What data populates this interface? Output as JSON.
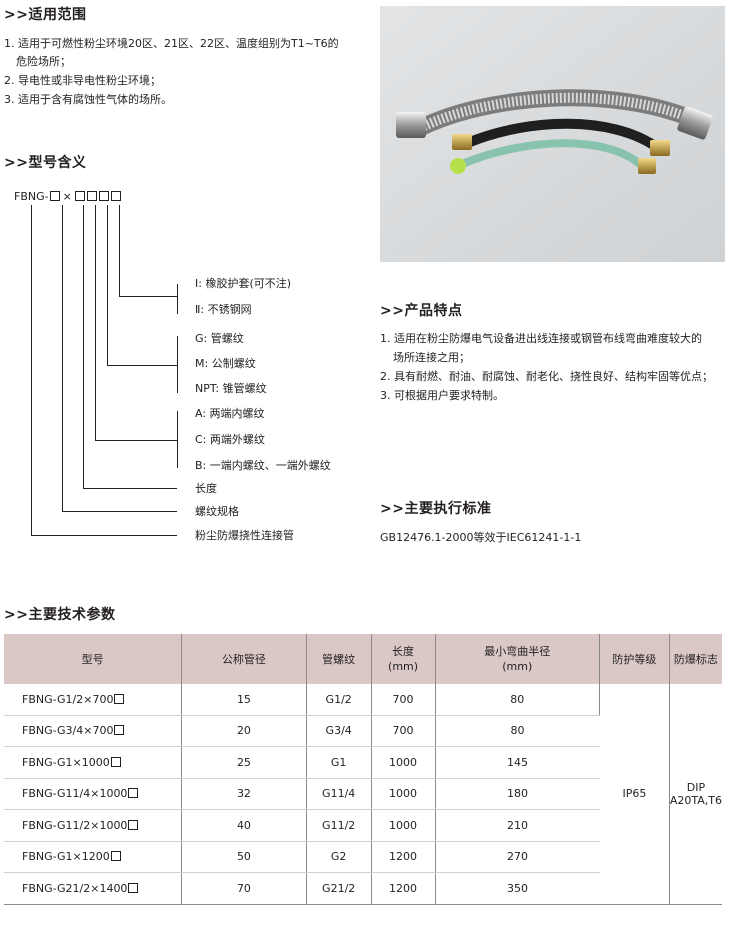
{
  "sections": {
    "scope_title": ">>适用范围",
    "model_title": ">>型号含义",
    "features_title": ">>产品特点",
    "standard_title": ">>主要执行标准",
    "params_title": ">>主要技术参数"
  },
  "scope": [
    "1. 适用于可燃性粉尘环境20区、21区、22区、温度组别为T1~T6的",
    "危险场所；",
    "2. 导电性或非导电性粉尘环境；",
    "3. 适用于含有腐蚀性气体的场所。"
  ],
  "model": {
    "prefix": "FBNG-",
    "times": "×",
    "labels": {
      "l1a": "Ⅰ: 橡胶护套(可不注)",
      "l1b": "Ⅱ: 不锈钢网",
      "l2a": "G: 管螺纹",
      "l2b": "M: 公制螺纹",
      "l2c": "NPT: 锥管螺纹",
      "l3a": "A: 两端内螺纹",
      "l3b": "C: 两端外螺纹",
      "l3c": "B: 一端内螺纹、一端外螺纹",
      "l4": "长度",
      "l5": "螺纹规格",
      "l6": "粉尘防爆挠性连接管"
    }
  },
  "features": [
    "1. 适用在粉尘防爆电气设备进出线连接或钢管布线弯曲难度较大的",
    "场所连接之用；",
    "2. 具有耐燃、耐油、耐腐蚀、耐老化、挠性良好、结构牢固等优点；",
    "3. 可根据用户要求特制。"
  ],
  "standard": "GB12476.1-2000等效于IEC61241-1-1",
  "table": {
    "headers": {
      "model": "型号",
      "diameter": "公称管径",
      "thread": "管螺纹",
      "length_l1": "长度",
      "length_l2": "(mm)",
      "radius_l1": "最小弯曲半径",
      "radius_l2": "(mm)",
      "protection": "防护等级",
      "exmark": "防爆标志"
    },
    "rows": [
      {
        "model": "FBNG-G1/2×700",
        "diameter": "15",
        "thread": "G1/2",
        "length": "700",
        "radius": "80"
      },
      {
        "model": "FBNG-G3/4×700",
        "diameter": "20",
        "thread": "G3/4",
        "length": "700",
        "radius": "80"
      },
      {
        "model": "FBNG-G1×1000",
        "diameter": "25",
        "thread": "G1",
        "length": "1000",
        "radius": "145"
      },
      {
        "model": "FBNG-G11/4×1000",
        "diameter": "32",
        "thread": "G11/4",
        "length": "1000",
        "radius": "180"
      },
      {
        "model": "FBNG-G11/2×1000",
        "diameter": "40",
        "thread": "G11/2",
        "length": "1000",
        "radius": "210"
      },
      {
        "model": "FBNG-G1×1200",
        "diameter": "50",
        "thread": "G2",
        "length": "1200",
        "radius": "270"
      },
      {
        "model": "FBNG-G21/2×1400",
        "diameter": "70",
        "thread": "G21/2",
        "length": "1200",
        "radius": "350"
      }
    ],
    "protection": "IP65",
    "exmark": "DIP A20TA,T6"
  }
}
